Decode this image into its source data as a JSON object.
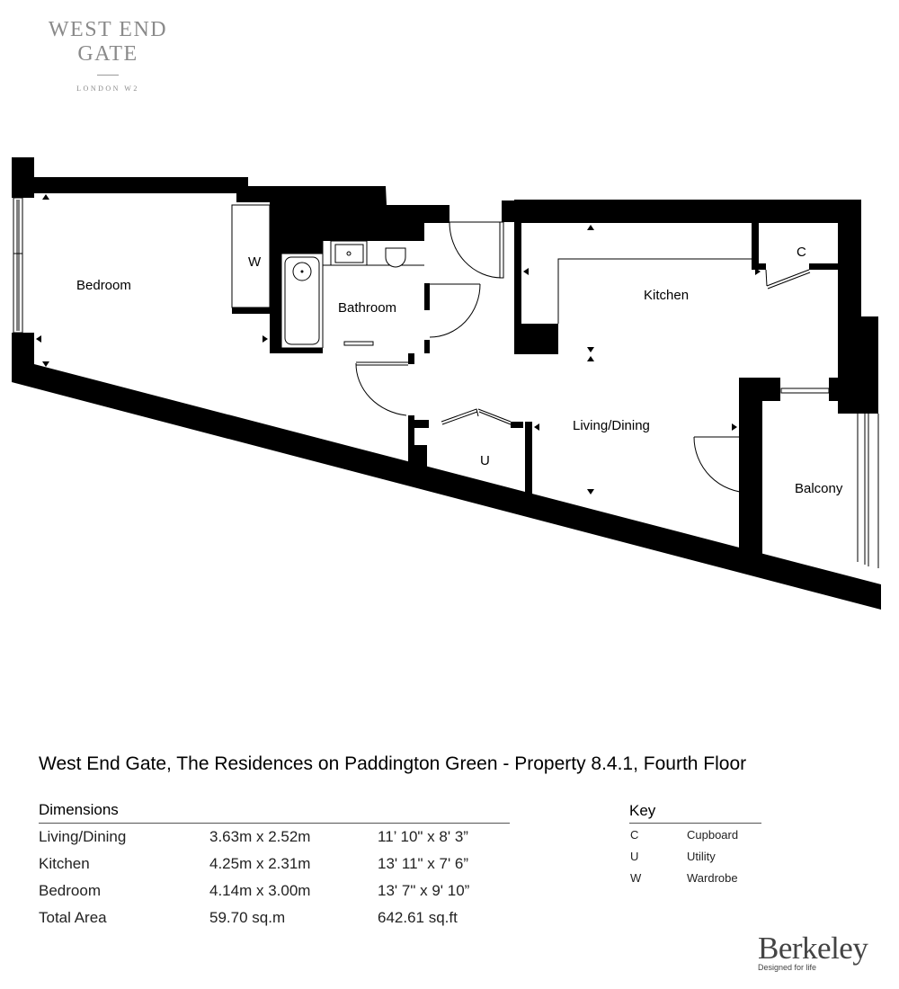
{
  "brand": {
    "line1": "WEST END",
    "line2": "GATE",
    "line3": "LONDON W2"
  },
  "plan": {
    "rooms": {
      "bedroom": "Bedroom",
      "wardrobe": "W",
      "bathroom": "Bathroom",
      "kitchen": "Kitchen",
      "cupboard": "C",
      "living_dining": "Living/Dining",
      "utility": "U",
      "balcony": "Balcony"
    }
  },
  "title": "West End Gate, The Residences on Paddington Green - Property 8.4.1, Fourth Floor",
  "dimensions": {
    "heading": "Dimensions",
    "rows": [
      {
        "room": "Living/Dining",
        "metric": "3.63m x 2.52m",
        "imperial": "11’ 10\" x 8' 3”"
      },
      {
        "room": "Kitchen",
        "metric": "4.25m x 2.31m",
        "imperial": "13' 11\" x 7' 6”"
      },
      {
        "room": "Bedroom",
        "metric": "4.14m x 3.00m",
        "imperial": "13' 7\" x 9' 10”"
      },
      {
        "room": "Total Area",
        "metric": "59.70 sq.m",
        "imperial": "642.61 sq.ft"
      }
    ]
  },
  "key": {
    "heading": "Key",
    "items": [
      {
        "code": "C",
        "label": "Cupboard"
      },
      {
        "code": "U",
        "label": "Utility"
      },
      {
        "code": "W",
        "label": "Wardrobe"
      }
    ]
  },
  "logo": {
    "name": "Berkeley",
    "tagline": "Designed for life"
  }
}
